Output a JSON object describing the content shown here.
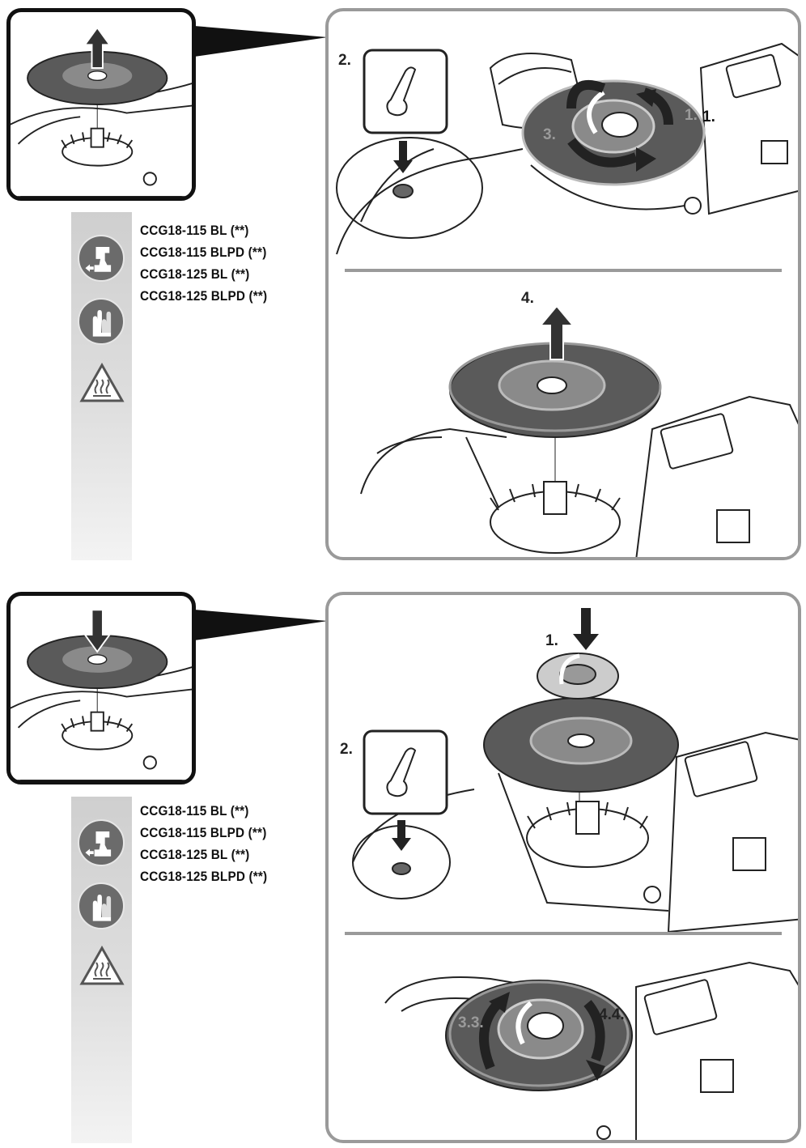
{
  "sections": [
    {
      "models": [
        "CCG18-115 BL (**)",
        "CCG18-115 BLPD (**)",
        "CCG18-125 BL (**)",
        "CCG18-125 BLPD (**)"
      ],
      "top_steps": {
        "press": "2.",
        "rotate_a": "1.",
        "rotate_b": "1.",
        "rotate_c": "3."
      },
      "bottom_steps": {
        "lift": "4."
      },
      "icons": [
        "remove-battery-icon",
        "gloves-icon",
        "hot-surface-warning-icon"
      ]
    },
    {
      "models": [
        "CCG18-115 BL (**)",
        "CCG18-115 BLPD (**)",
        "CCG18-125 BL (**)",
        "CCG18-125 BLPD (**)"
      ],
      "top_steps": {
        "flange": "1.",
        "press": "2."
      },
      "bottom_steps": {
        "rotate_a": "3.3.",
        "rotate_b": "4.4."
      },
      "icons": [
        "remove-battery-icon",
        "gloves-icon",
        "hot-surface-warning-icon"
      ]
    }
  ],
  "colors": {
    "frame": "#111111",
    "panel_border": "#9a9a9a",
    "disc_dark": "#5a5a5a",
    "disc_light": "#bdbdbd",
    "strip": "#d8d8d8"
  }
}
